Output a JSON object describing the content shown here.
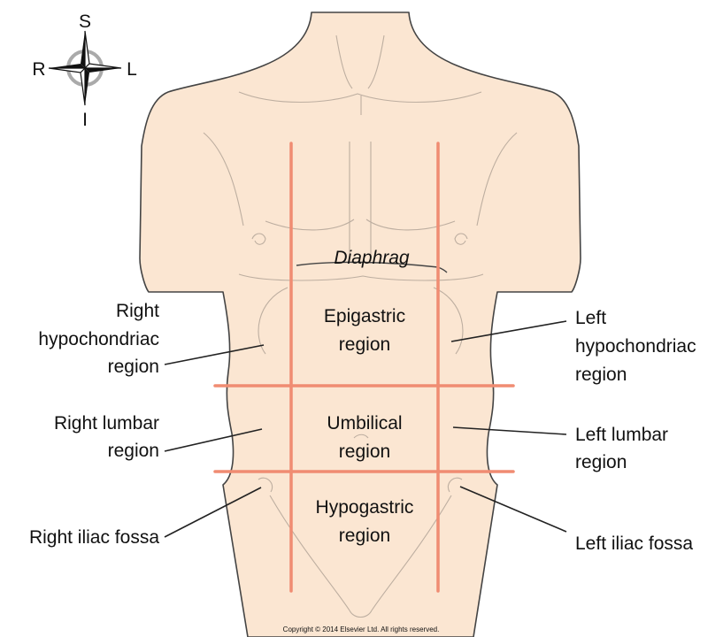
{
  "compass": {
    "superior": "S",
    "inferior": "I",
    "right": "R",
    "left": "L"
  },
  "diaphragm_label": "Diaphrag",
  "regions": {
    "epigastric": [
      "Epigastric",
      "region"
    ],
    "umbilical": [
      "Umbilical",
      "region"
    ],
    "hypogastric": [
      "Hypogastric",
      "region"
    ]
  },
  "side_labels": {
    "right_hypochondriac": [
      "Right",
      "hypochondriac",
      "region"
    ],
    "left_hypochondriac": [
      "Left",
      "hypochondriac",
      "region"
    ],
    "right_lumbar": [
      "Right lumbar",
      "region"
    ],
    "left_lumbar": [
      "Left lumbar",
      "region"
    ],
    "right_iliac": [
      "Right iliac fossa"
    ],
    "left_iliac": [
      "Left iliac fossa"
    ]
  },
  "copyright": "Copyright © 2014 Elsevier Ltd. All rights reserved.",
  "colors": {
    "skin": "#fbe6d2",
    "outline": "#444444",
    "grid": "#f08c72",
    "text": "#111111"
  }
}
